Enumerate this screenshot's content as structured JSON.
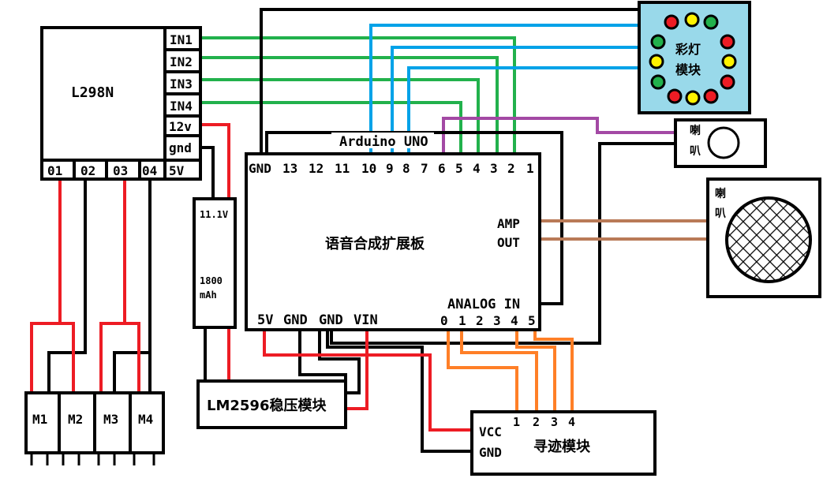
{
  "colors": {
    "black": "#000000",
    "green": "#22b14c",
    "blue": "#00a2e8",
    "red": "#ed1c24",
    "purple": "#a349a4",
    "brown": "#b97a57",
    "orange": "#ff7f27",
    "light_blue": "#99d9ea",
    "led_red": "#ed1c24",
    "led_yellow": "#fff200",
    "led_green": "#22b14c"
  },
  "driver": {
    "title": "L298N",
    "inputs": [
      "IN1",
      "IN2",
      "IN3",
      "IN4"
    ],
    "power": [
      "12v",
      "gnd"
    ],
    "outputs": [
      "01",
      "02",
      "03",
      "04"
    ],
    "vout": "5V"
  },
  "battery": {
    "voltage": "11.1V",
    "capacity": "1800",
    "unit": "mAh"
  },
  "regulator": {
    "label": "LM2596稳压模块"
  },
  "board": {
    "name": "Arduino UNO",
    "title": "语音合成扩展板",
    "top_pins": [
      "GND",
      "13",
      "12",
      "11",
      "10",
      "9",
      "8",
      "7",
      "6",
      "5",
      "4",
      "3",
      "2",
      "1"
    ],
    "amp": "AMP",
    "out": "OUT",
    "bottom_pins": [
      "5V",
      "GND",
      "GND",
      "VIN"
    ],
    "analog_title": "ANALOG IN",
    "analog_pins": [
      "0",
      "1",
      "2",
      "3",
      "4",
      "5"
    ]
  },
  "led_module": {
    "label_1": "彩灯",
    "label_2": "模块"
  },
  "buzzer": {
    "label_1": "喇",
    "label_2": "叭"
  },
  "speaker": {
    "label_1": "喇",
    "label_2": "叭"
  },
  "tracker": {
    "label": "寻迹模块",
    "vcc": "VCC",
    "gnd": "GND",
    "pins": [
      "1",
      "2",
      "3",
      "4"
    ]
  },
  "motors": [
    "M1",
    "M2",
    "M3",
    "M4"
  ]
}
